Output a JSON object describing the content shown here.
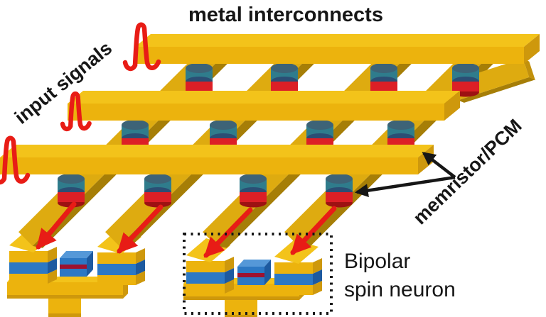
{
  "figure": {
    "title": "metal interconnects",
    "input_label": "input signals",
    "device_label": "memristor/PCM",
    "neuron_label_line1": "Bipolar",
    "neuron_label_line2": "spin neuron"
  },
  "colors": {
    "background": "#FFFFFF",
    "ink": "#161616",
    "bar_top": "#F3C31A",
    "bar_front": "#ECB30D",
    "bar_end": "#CE980C",
    "col_top": "#DEAB10",
    "col_side": "#A67E07",
    "col_end": "#C2910B",
    "mem_teal": "#2F7C8C",
    "mem_slate": "#3D6377",
    "mem_navy": "#2B4E74",
    "mem_red": "#DC1F26",
    "mem_red_dark": "#9D1112",
    "neuron_blue": "#2C78C4",
    "neuron_blue_light": "#5598D8",
    "neuron_blue_dark": "#1D5AA0",
    "neuron_stripe": "#9E1230",
    "signal_red": "#E81C16"
  }
}
